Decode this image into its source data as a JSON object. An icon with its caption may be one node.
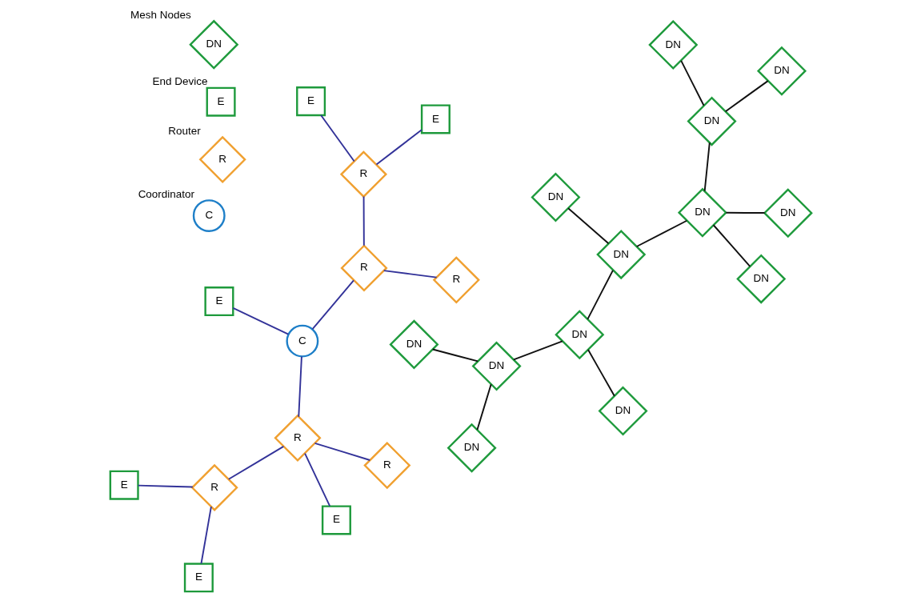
{
  "diagram": {
    "nodes": [
      {
        "text": [
          "C"
        ],
        "beside": [
          "Coordinator"
        ]
      },
      {
        "text": [
          "R"
        ],
        "beside": [
          "Router"
        ]
      },
      {
        "text": [
          "E"
        ],
        "beside": [
          "End Device"
        ]
      },
      {
        "text": [
          "DN"
        ],
        "beside": [
          "Mesh Nodes"
        ]
      },
      {
        "text": [
          "E"
        ]
      },
      {
        "text": [
          "R"
        ]
      },
      {
        "text": [
          "C"
        ]
      },
      {
        "text": [
          "R"
        ]
      },
      {
        "text": [
          "R"
        ]
      },
      {
        "text": [
          "E"
        ]
      },
      {
        "text": [
          "E"
        ]
      },
      {
        "text": [
          "R"
        ]
      },
      {
        "text": [
          "R"
        ]
      },
      {
        "text": [
          "E"
        ]
      },
      {
        "text": [
          "R"
        ]
      },
      {
        "text": [
          "E"
        ]
      },
      {
        "text": [
          "E"
        ]
      },
      {
        "text": [
          "DN"
        ]
      },
      {
        "text": [
          "DN"
        ]
      },
      {
        "text": [
          "DN"
        ]
      },
      {
        "text": [
          "DN"
        ]
      },
      {
        "text": [
          "DN"
        ]
      },
      {
        "text": [
          "DN"
        ]
      },
      {
        "text": [
          "DN"
        ]
      },
      {
        "text": [
          "DN"
        ]
      },
      {
        "text": [
          "DN"
        ]
      },
      {
        "text": [
          "DN"
        ]
      },
      {
        "text": [
          "DN"
        ]
      },
      {
        "text": [
          "DN"
        ]
      },
      {
        "text": [
          "DN"
        ]
      }
    ],
    "edges": [
      {
        "from": 6,
        "to": 4,
        "arrow": "none",
        "color": "#333399"
      },
      {
        "from": 6,
        "to": 7,
        "arrow": "none",
        "color": "#333399"
      },
      {
        "from": 7,
        "to": 5,
        "arrow": "none",
        "color": "#333399"
      },
      {
        "from": 7,
        "to": 11,
        "arrow": "none",
        "color": "#333399"
      },
      {
        "from": 7,
        "to": 13,
        "arrow": "none",
        "color": "#333399"
      },
      {
        "from": 11,
        "to": 10,
        "arrow": "none",
        "color": "#333399"
      },
      {
        "from": 11,
        "to": 15,
        "arrow": "none",
        "color": "#333399"
      },
      {
        "from": 6,
        "to": 8,
        "arrow": "none",
        "color": "#333399"
      },
      {
        "from": 8,
        "to": 14,
        "arrow": "none",
        "color": "#333399"
      },
      {
        "from": 8,
        "to": 12,
        "arrow": "none",
        "color": "#333399"
      },
      {
        "from": 12,
        "to": 9,
        "arrow": "none",
        "color": "#333399"
      },
      {
        "from": 12,
        "to": 16,
        "arrow": "none",
        "color": "#333399"
      },
      {
        "from": 18,
        "to": 20,
        "arrow": "none",
        "color": "#111111"
      },
      {
        "from": 21,
        "to": 24,
        "arrow": "none",
        "color": "#111111"
      },
      {
        "from": 24,
        "to": 20,
        "arrow": "none",
        "color": "#111111"
      },
      {
        "from": 24,
        "to": 28,
        "arrow": "none",
        "color": "#111111"
      },
      {
        "from": 20,
        "to": 26,
        "arrow": "none",
        "color": "#111111"
      },
      {
        "from": 20,
        "to": 19,
        "arrow": "none",
        "color": "#111111"
      },
      {
        "from": 19,
        "to": 17,
        "arrow": "none",
        "color": "#111111"
      },
      {
        "from": 19,
        "to": 23,
        "arrow": "none",
        "color": "#111111"
      },
      {
        "from": 23,
        "to": 27,
        "arrow": "none",
        "color": "#111111"
      },
      {
        "from": 23,
        "to": 25,
        "arrow": "none",
        "color": "#111111"
      },
      {
        "from": 25,
        "to": 22,
        "arrow": "none",
        "color": "#111111"
      },
      {
        "from": 25,
        "to": 29,
        "arrow": "none",
        "color": "#111111"
      }
    ]
  }
}
